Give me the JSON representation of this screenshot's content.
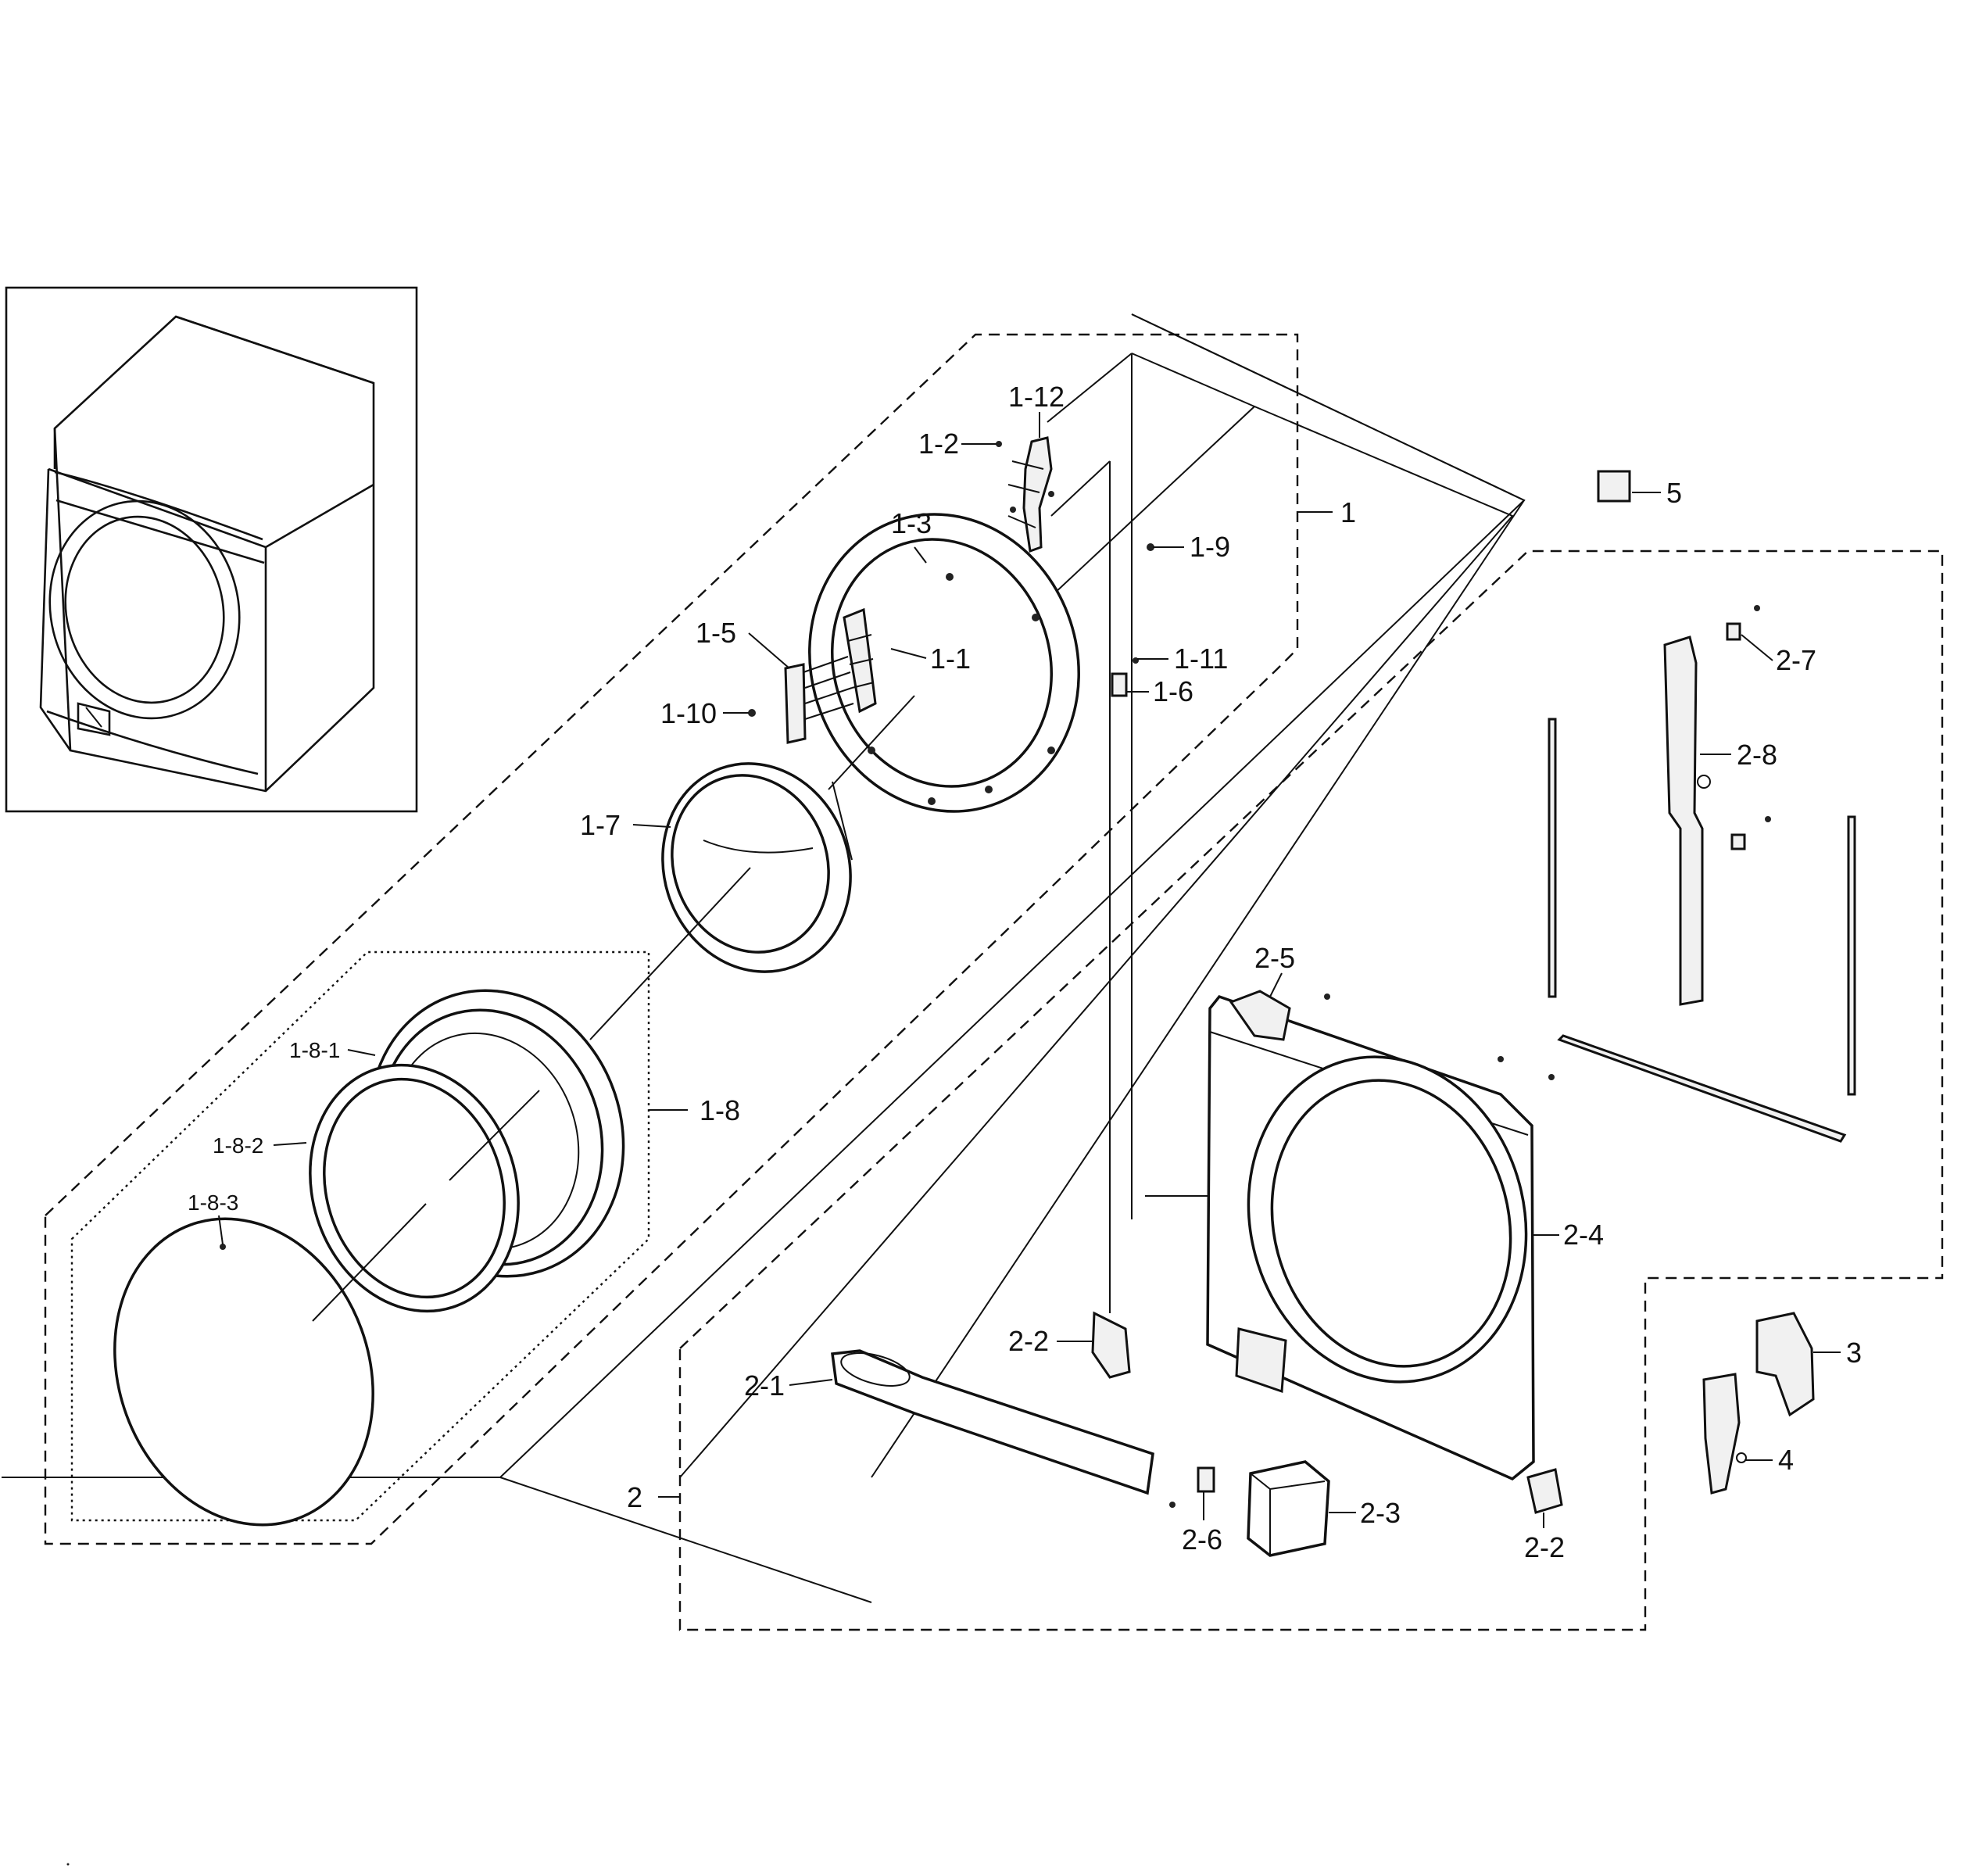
{
  "callouts": {
    "c1": "1",
    "c1_1": "1-1",
    "c1_2": "1-2",
    "c1_3": "1-3",
    "c1_5": "1-5",
    "c1_6": "1-6",
    "c1_7": "1-7",
    "c1_8": "1-8",
    "c1_8_1": "1-8-1",
    "c1_8_2": "1-8-2",
    "c1_8_3": "1-8-3",
    "c1_9": "1-9",
    "c1_10": "1-10",
    "c1_11": "1-11",
    "c1_12": "1-12",
    "c2": "2",
    "c2_1": "2-1",
    "c2_2a": "2-2",
    "c2_2b": "2-2",
    "c2_3": "2-3",
    "c2_4": "2-4",
    "c2_5": "2-5",
    "c2_6": "2-6",
    "c2_7": "2-7",
    "c2_8": "2-8",
    "c3": "3",
    "c4": "4",
    "c5": "5"
  },
  "colors": {
    "line": "#111111",
    "background": "#ffffff"
  }
}
